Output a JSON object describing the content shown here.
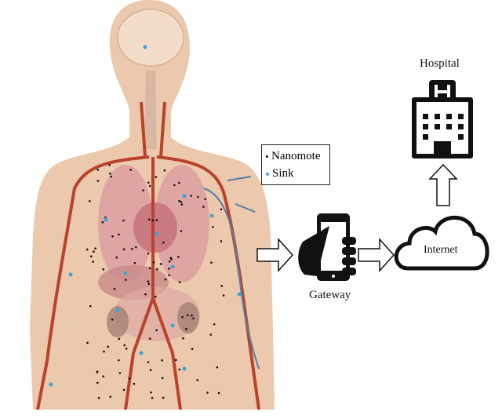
{
  "legend": {
    "items": [
      {
        "label": "Nanomote",
        "color": "#111111"
      },
      {
        "label": "Sink",
        "color": "#3aa6d6"
      }
    ]
  },
  "labels": {
    "gateway": "Gateway",
    "internet": "Internet",
    "hospital": "Hospital"
  },
  "colors": {
    "skin": "#ecc8ad",
    "artery": "#b8432a",
    "vein": "#4f7fa8",
    "organ": "#d99aa0"
  }
}
